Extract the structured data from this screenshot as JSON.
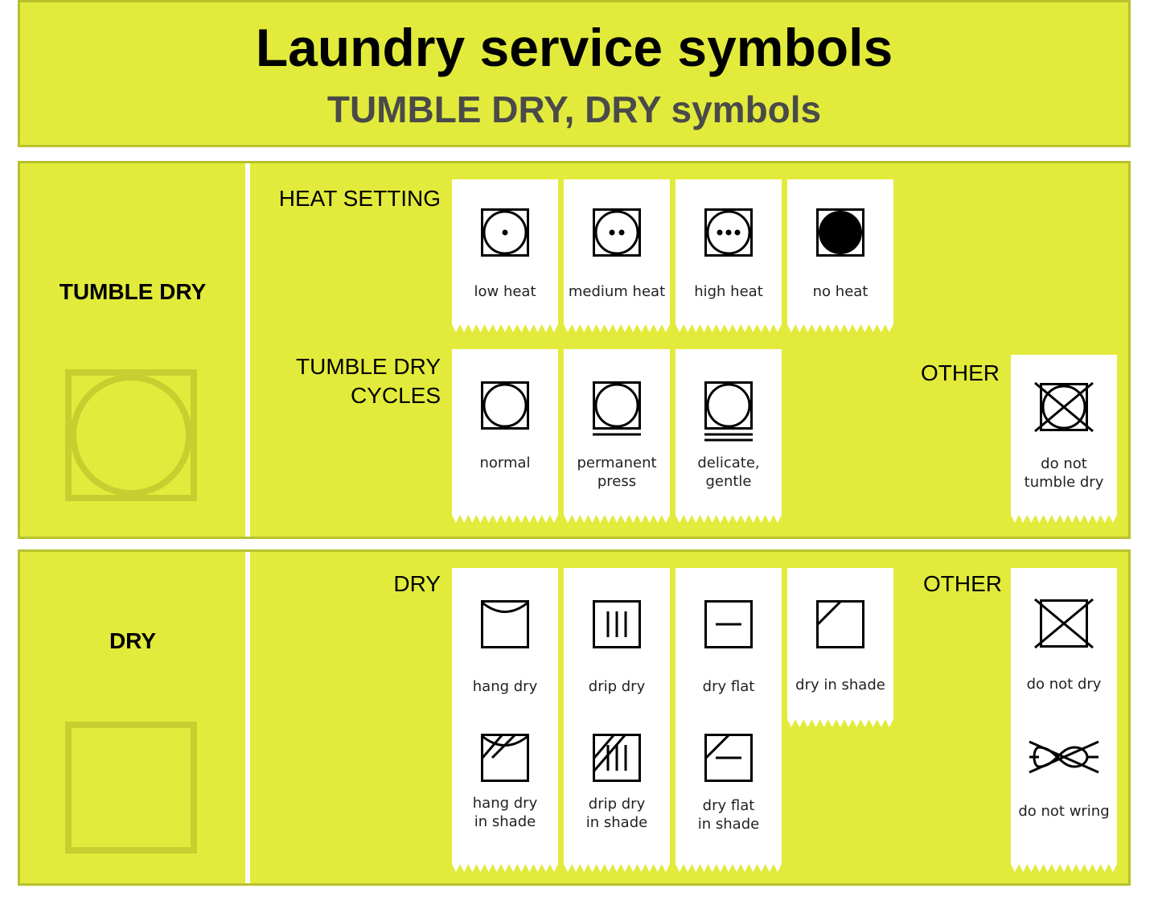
{
  "header": {
    "title": "Laundry service symbols",
    "subtitle": "TUMBLE DRY, DRY symbols"
  },
  "tumble_dry": {
    "section_label": "TUMBLE DRY",
    "heat_label": "HEAT SETTING",
    "cycles_label_line1": "TUMBLE DRY",
    "cycles_label_line2": "CYCLES",
    "other_label": "OTHER",
    "heat_symbols": {
      "low_heat": "low heat",
      "medium_heat": "medium heat",
      "high_heat": "high heat",
      "no_heat": "no heat"
    },
    "cycle_symbols": {
      "normal": "normal",
      "permanent_press_line1": "permanent",
      "permanent_press_line2": "press",
      "delicate_line1": "delicate,",
      "delicate_line2": "gentle"
    },
    "other_symbols": {
      "do_not_tumble_line1": "do not",
      "do_not_tumble_line2": "tumble dry"
    }
  },
  "dry": {
    "section_label": "DRY",
    "dry_label": "DRY",
    "other_label": "OTHER",
    "symbols": {
      "hang_dry": "hang dry",
      "drip_dry": "drip dry",
      "dry_flat": "dry flat",
      "dry_in_shade": "dry in shade",
      "hang_dry_shade_line1": "hang dry",
      "hang_dry_shade_line2": "in shade",
      "drip_dry_shade_line1": "drip dry",
      "drip_dry_shade_line2": "in shade",
      "dry_flat_shade_line1": "dry flat",
      "dry_flat_shade_line2": "in shade"
    },
    "other_symbols": {
      "do_not_dry": "do not dry",
      "do_not_wring": "do not wring"
    }
  },
  "colors": {
    "panel_bg": "#e2eb3b",
    "panel_border": "#b8c12d",
    "watermark": "#c6cf2f"
  }
}
